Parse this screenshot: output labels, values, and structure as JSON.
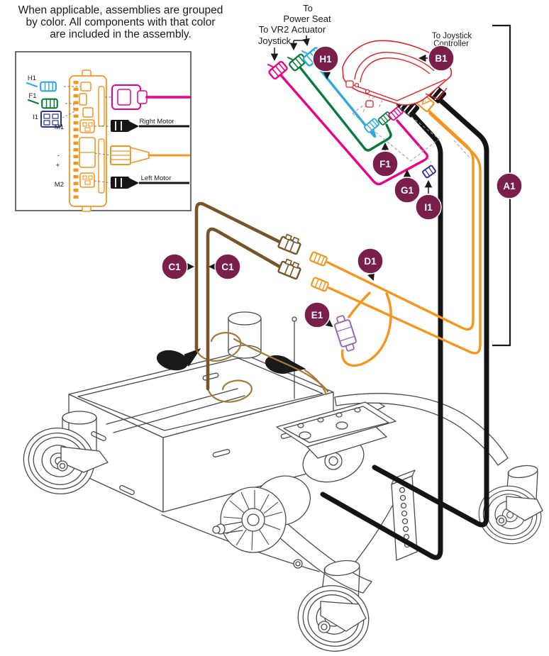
{
  "note": {
    "line1": "When applicable, assemblies are grouped",
    "line2": "by color. All components with that color",
    "line3": "are included in the assembly."
  },
  "labels": {
    "to_vr2_line1": "To VR2",
    "to_vr2_line2": "Joystick",
    "to_psa_line1": "To",
    "to_psa_line2": "Power Seat",
    "to_psa_line3": "Actuator",
    "to_jc_line1": "To Joystick",
    "to_jc_line2": "Controller"
  },
  "inset": {
    "h1": "H1",
    "f1": "F1",
    "i1": "I1",
    "m1": "M1",
    "m2": "M2",
    "minus": "-",
    "plus": "+",
    "right_motor": "Right Motor",
    "left_motor": "Left Motor"
  },
  "callouts": {
    "a1": "A1",
    "b1": "B1",
    "c1": "C1",
    "d1": "D1",
    "e1": "E1",
    "f1": "F1",
    "g1": "G1",
    "h1": "H1",
    "i1": "I1"
  },
  "colors": {
    "badge": "#7A1F4C",
    "pink": "#EC008C",
    "green": "#0A7A3C",
    "cyan": "#29ABE2",
    "navy": "#2E3192",
    "orange": "#F7941D",
    "brown": "#77542A",
    "tan": "#A5793B",
    "purple": "#9467BD",
    "red": "#E32226",
    "cable_black": "#141414",
    "line_art": "#4A4A4A"
  }
}
